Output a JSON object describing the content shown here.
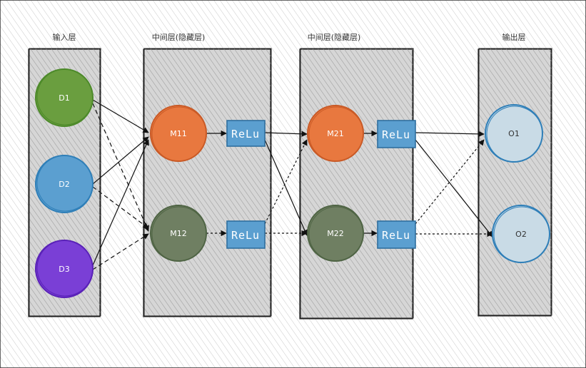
{
  "layers": [
    {
      "id": "input",
      "title": "输入层"
    },
    {
      "id": "hidden1",
      "title": "中间层(隐藏层)"
    },
    {
      "id": "hidden2",
      "title": "中间层(隐藏层)"
    },
    {
      "id": "output",
      "title": "输出层"
    }
  ],
  "nodes": {
    "d1": {
      "label": "D1",
      "fill": "#6a9e3f",
      "stroke": "#4d8a2a"
    },
    "d2": {
      "label": "D2",
      "fill": "#5b9fd0",
      "stroke": "#2f7fb8"
    },
    "d3": {
      "label": "D3",
      "fill": "#7a3fd6",
      "stroke": "#5a22b8"
    },
    "m11": {
      "label": "M11",
      "fill": "#e8783f",
      "stroke": "#c95a26"
    },
    "m12": {
      "label": "M12",
      "fill": "#6f7f62",
      "stroke": "#4f6444"
    },
    "m21": {
      "label": "M21",
      "fill": "#e8783f",
      "stroke": "#c95a26"
    },
    "m22": {
      "label": "M22",
      "fill": "#6f7f62",
      "stroke": "#4f6444"
    },
    "o1": {
      "label": "O1",
      "fill": "#c9dbe6",
      "stroke": "#2f7fb8"
    },
    "o2": {
      "label": "O2",
      "fill": "#c9dbe6",
      "stroke": "#2f7fb8"
    }
  },
  "relu": {
    "label": "ReLu",
    "fill": "#5b9fd0",
    "stroke": "#2f6f9f"
  },
  "colors": {
    "panel_fill": "#d6d6d6",
    "panel_stroke": "#222222",
    "edge": "#111111"
  }
}
